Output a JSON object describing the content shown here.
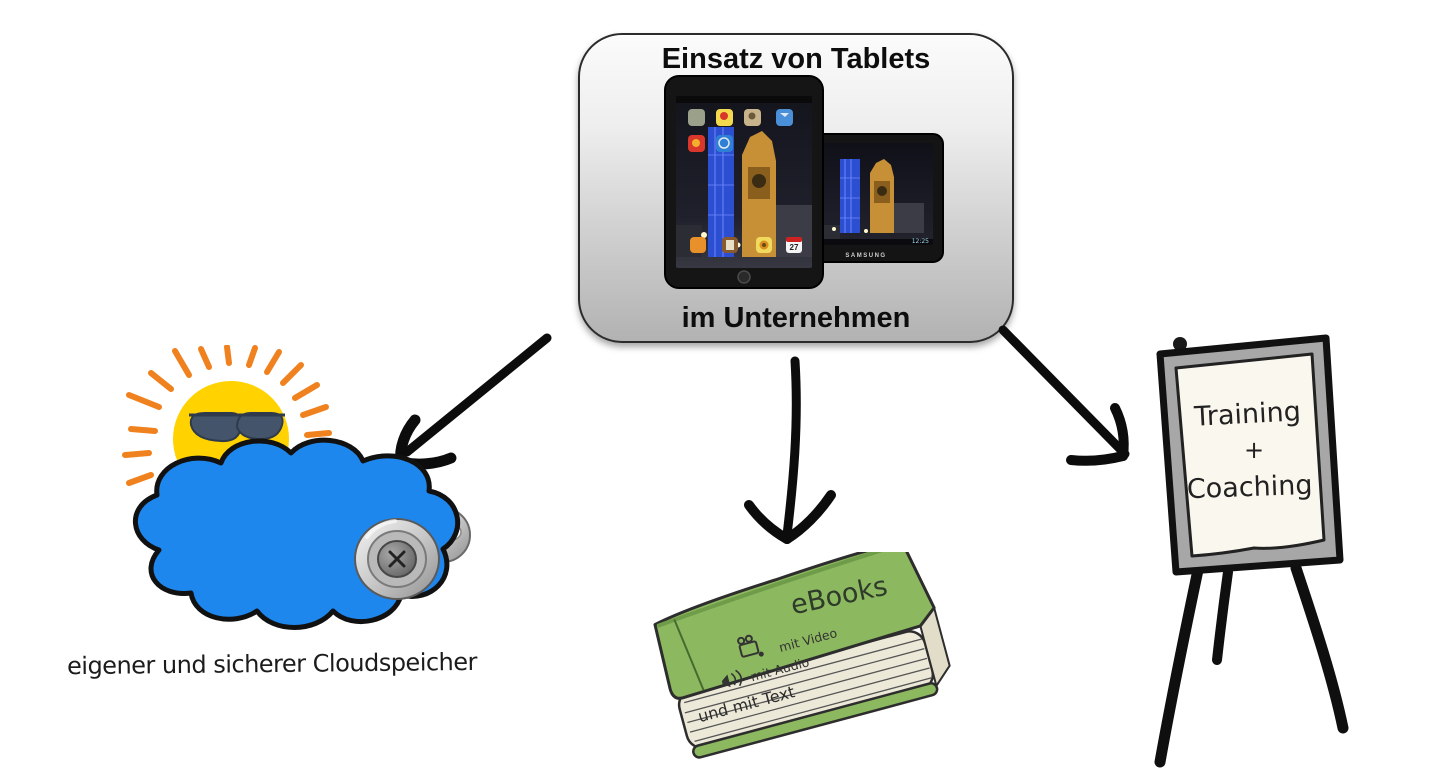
{
  "header": {
    "title": "Einsatz von Tablets",
    "subtitle": "im Unternehmen"
  },
  "tablets": {
    "samsung_brand": "SAMSUNG",
    "samsung_time": "12:25",
    "calendar_day": "27"
  },
  "cloud_branch": {
    "caption": "eigener und sicherer Cloudspeicher"
  },
  "ebook_branch": {
    "cover_title": "eBooks",
    "feature_video": "mit Video",
    "feature_audio": "mit Audio",
    "feature_text": "und mit Text"
  },
  "training_branch": {
    "line1": "Training",
    "line2": "+",
    "line3": "Coaching"
  },
  "colors": {
    "cloud_blue": "#1e87ee",
    "sun_yellow": "#ffd200",
    "ray_orange": "#f0811f",
    "book_green": "#8cb85f",
    "flipchart_frame_gray": "#a7a7a7",
    "box_gradient_top": "#fbfbfb",
    "box_gradient_bottom": "#b2b2b2",
    "box_border": "#2b2b2b"
  }
}
